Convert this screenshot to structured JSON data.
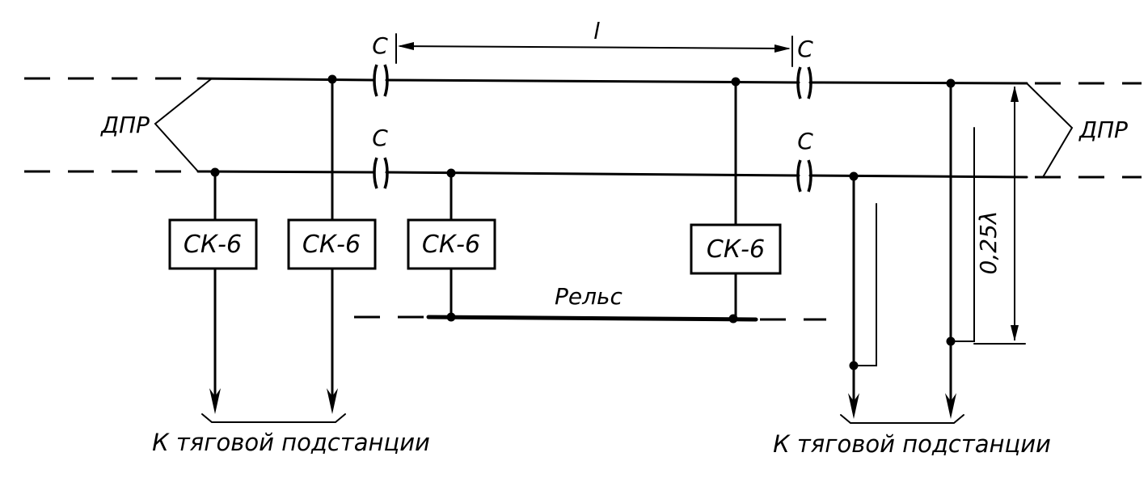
{
  "labels": {
    "capacitor": "С",
    "length": "l",
    "line_end_left": "ДПР",
    "line_end_right": "ДПР",
    "quarter_wave": "0,25λ",
    "rail": "Рельс",
    "substation_left": "К тяговой подстанции",
    "substation_right": "К тяговой подстанции"
  },
  "blocks": [
    {
      "label": "СК-6"
    },
    {
      "label": "СК-6"
    },
    {
      "label": "СК-6"
    },
    {
      "label": "СК-6"
    }
  ]
}
